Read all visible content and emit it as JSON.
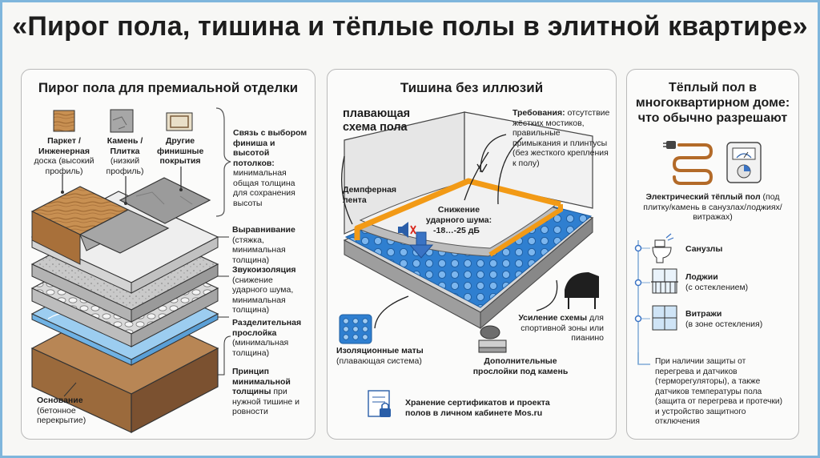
{
  "title": "«Пирог пола, тишина и тёплые полы в элитной квартире»",
  "panel1": {
    "title": "Пирог пола для премиальной отделки",
    "finish1_bold": "Паркет / Инженерная",
    "finish1_rest": "доска (высокий профиль)",
    "finish2_bold": "Камень / Плитка",
    "finish2_rest": "(низкий профиль)",
    "finish3_bold": "Другие финишные покрытия",
    "brace_bold": "Связь с выбором финиша и высотой потолков:",
    "brace_rest": "минимальная общая толщина для сохранения высоты",
    "layer1_bold": "Выравнивание",
    "layer1_rest": "(стяжка, минимальная толщина)",
    "layer2_bold": "Звукоизоляция",
    "layer2_rest": "(снижение ударного шума, минимальная толщина)",
    "layer3_bold": "Разделительная прослойка",
    "layer3_rest": "(минимальная толщина)",
    "principle_bold": "Принцип минимальной толщины",
    "principle_rest": "при нужной тишине и ровности",
    "base_bold": "Основание",
    "base_rest": "(бетонное перекрытие)"
  },
  "panel2": {
    "title": "Тишина без иллюзий",
    "floating": "плавающая схема пола",
    "requirements_bold": "Требования:",
    "requirements_rest": "отсутствие жёстких мостиков, правильные примыкания и плинтусы (без жесткого крепления к полу)",
    "damper": "Демпферная лента",
    "reduction_label": "Снижение ударного шума:",
    "reduction_value": "-18…-25 дБ",
    "reinforce_bold": "Усиление схемы",
    "reinforce_rest": "для спортивной зоны или пианино",
    "mats_bold": "Изоляционные маты",
    "mats_rest": "(плавающая система)",
    "stone_layers": "Дополнительные прослойки под камень",
    "storage": "Хранение сертификатов и проекта полов в личном кабинете Mos.ru"
  },
  "panel3": {
    "title": "Тёплый пол в многоквартирном доме: что обычно разрешают",
    "electric_bold": "Электрический тёплый пол",
    "electric_rest": "(под плитку/камень в санузлах/лоджиях/витражах)",
    "item1": "Санузлы",
    "item2_bold": "Лоджии",
    "item2_rest": "(с остеклением)",
    "item3_bold": "Витражи",
    "item3_rest": "(в зоне остекления)",
    "note": "При наличии защиты от перегрева и датчиков (терморегуляторы), а также датчиков температуры пола (защита от перегрева и протечки) и устройство защитного отключения"
  }
}
